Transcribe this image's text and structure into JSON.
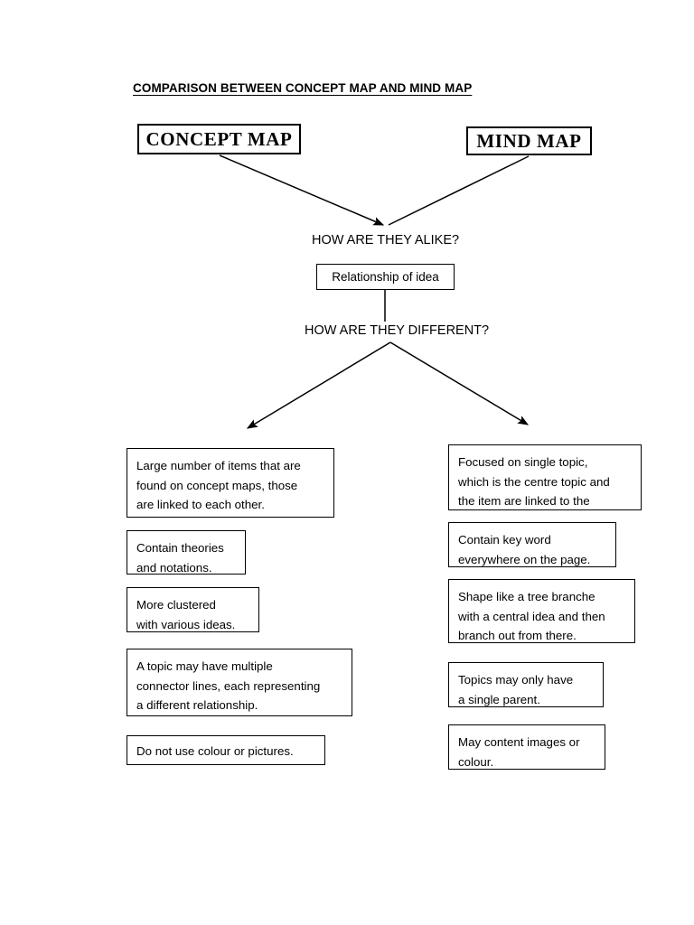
{
  "document": {
    "title": "COMPARISON BETWEEN CONCEPT MAP AND MIND MAP",
    "background_color": "#ffffff",
    "ink_color": "#000000"
  },
  "headers": {
    "left": "CONCEPT MAP",
    "right": "MIND MAP"
  },
  "center": {
    "alike_label": "HOW ARE THEY ALIKE?",
    "shared_trait": "Relationship of idea",
    "different_label": "HOW ARE THEY DIFFERENT?"
  },
  "concept_map_points": [
    {
      "id": "large-number-of-items",
      "lines": [
        "Large number of items that are",
        "found on concept maps, those",
        "are linked to each other."
      ]
    },
    {
      "id": "contain-theories",
      "lines": [
        "Contain theories",
        "and notations."
      ]
    },
    {
      "id": "more-clustered",
      "lines": [
        "More clustered",
        "with various ideas."
      ]
    },
    {
      "id": "multiple-connector-lines",
      "lines": [
        "A topic may have multiple",
        "connector lines, each representing",
        "a different relationship."
      ]
    },
    {
      "id": "no-colour-or-pictures",
      "lines": [
        "Do not use colour or pictures."
      ]
    }
  ],
  "mind_map_points": [
    {
      "id": "focused-on-single-topic",
      "lines": [
        "Focused on single topic,",
        "which is the centre topic and",
        "the item are linked to the"
      ]
    },
    {
      "id": "contain-key-word",
      "lines": [
        "Contain key word",
        "everywhere on the page."
      ]
    },
    {
      "id": "shape-like-tree-branche",
      "lines": [
        "Shape like a tree branche",
        "with a central idea and then",
        "branch out from there."
      ]
    },
    {
      "id": "single-parent",
      "lines": [
        "Topics may only have",
        "a single parent."
      ]
    },
    {
      "id": "may-content-images",
      "lines": [
        "May content images or",
        "colour."
      ]
    }
  ],
  "connectors": [
    {
      "id": "concept-to-alike",
      "from": "CONCEPT MAP",
      "to": "HOW ARE THEY ALIKE?",
      "arrowhead": true
    },
    {
      "id": "mind-to-alike",
      "from": "MIND MAP",
      "to": "HOW ARE THEY ALIKE?",
      "arrowhead": true
    },
    {
      "id": "relationship-to-different",
      "from": "Relationship of idea",
      "to": "HOW ARE THEY DIFFERENT?",
      "arrowhead": false
    },
    {
      "id": "different-to-concept-list",
      "from": "HOW ARE THEY DIFFERENT?",
      "to": "concept map points",
      "arrowhead": true
    },
    {
      "id": "different-to-mind-list",
      "from": "HOW ARE THEY DIFFERENT?",
      "to": "mind map points",
      "arrowhead": true
    }
  ]
}
